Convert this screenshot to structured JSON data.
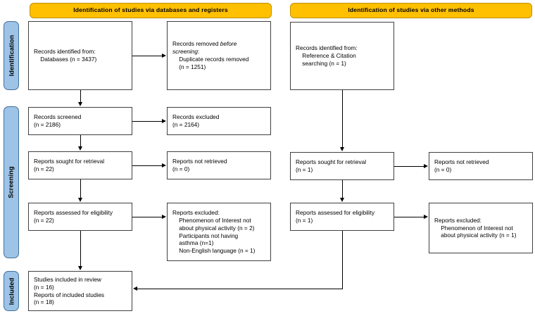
{
  "diagram": {
    "title": "PRISMA 2020 flow diagram",
    "colors": {
      "header_fill": "#FFC000",
      "header_border": "#BF9000",
      "stage_fill": "#9DC3E6",
      "stage_border": "#41719C",
      "box_border": "#404040",
      "connector": "#000000",
      "background": "#FFFFFF"
    }
  },
  "phase_headers": [
    {
      "id": "databases-registers",
      "label": "Identification of studies via databases and registers"
    },
    {
      "id": "other-methods",
      "label": "Identification of studies via other methods"
    }
  ],
  "stages": [
    {
      "id": "identification",
      "label": "Identification"
    },
    {
      "id": "screening",
      "label": "Screening"
    },
    {
      "id": "included",
      "label": "Included"
    }
  ],
  "boxes": {
    "records_identified": {
      "line1": "Records identified from:",
      "line2": "    Databases (n = 3437)"
    },
    "records_removed": {
      "line1_a": "Records removed ",
      "line1_italic": "before",
      "line2_italic": "screening",
      "line2_b": ":",
      "line3": "    Duplicate records removed",
      "line4": "    (n = 1251)"
    },
    "records_screened": {
      "line1": "Records screened",
      "line2": "(n = 2186)"
    },
    "records_excluded": {
      "line1": "Records excluded",
      "line2": "(n = 2164)"
    },
    "reports_sought": {
      "line1": "Reports sought for retrieval",
      "line2": "(n = 22)"
    },
    "reports_not_retrieved": {
      "line1": "Reports not retrieved",
      "line2": "(n = 0)"
    },
    "reports_assessed": {
      "line1": "Reports assessed for eligibility",
      "line2": "(n = 22)"
    },
    "reports_excluded": {
      "line1": "Reports excluded:",
      "line2": "    Phenomenon of Interest not",
      "line3": "    about physical activity (n = 2)",
      "line4": "    Participants not having",
      "line5": "    asthma (n=1)",
      "line6": "    Non-English language (n = 1)"
    },
    "studies_included": {
      "line1": "Studies included in review",
      "line2": "(n = 16)",
      "line3": "Reports of included studies",
      "line4": "(n = 18)"
    },
    "other_records_identified": {
      "line1": "Records identified from:",
      "line2": "    Reference & Citation",
      "line3": "    searching (n = 1)"
    },
    "other_reports_sought": {
      "line1": "Reports sought for retrieval",
      "line2": "(n = 1)"
    },
    "other_reports_not_retrieved": {
      "line1": "Reports not retrieved",
      "line2": "(n = 0)"
    },
    "other_reports_assessed": {
      "line1": "Reports assessed for eligibility",
      "line2": "(n = 1)"
    },
    "other_reports_excluded": {
      "line1": "Reports excluded:",
      "line2": "    Phenomenon of Interest not",
      "line3": "    about physical activity (n = 1)"
    }
  }
}
